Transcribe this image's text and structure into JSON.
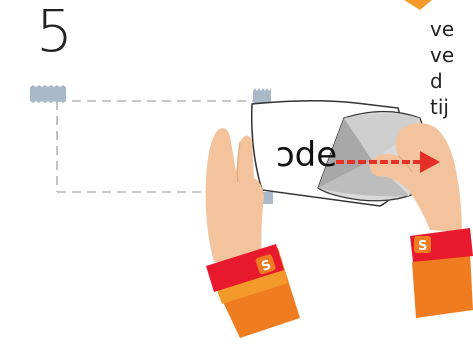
{
  "step": {
    "number": "5"
  },
  "instruction": {
    "lines": [
      "ve",
      "ve",
      "d",
      "tij"
    ]
  },
  "sticker": {
    "visible_text": "ɔde"
  },
  "badge": {
    "letter": "S"
  },
  "colors": {
    "tape": "#a9b9c9",
    "dashed_outline": "#b5b5b5",
    "skin": "#f2c39c",
    "sleeve": "#f07c22",
    "cuff": "#e8192c",
    "arrow": "#e53027",
    "liner": "#a8a8a8",
    "accent": "#f39a2a"
  },
  "icons": [
    "tape-strip",
    "dashed-placement-outline",
    "hand-left",
    "hand-right",
    "peel-arrow",
    "brand-badge"
  ]
}
